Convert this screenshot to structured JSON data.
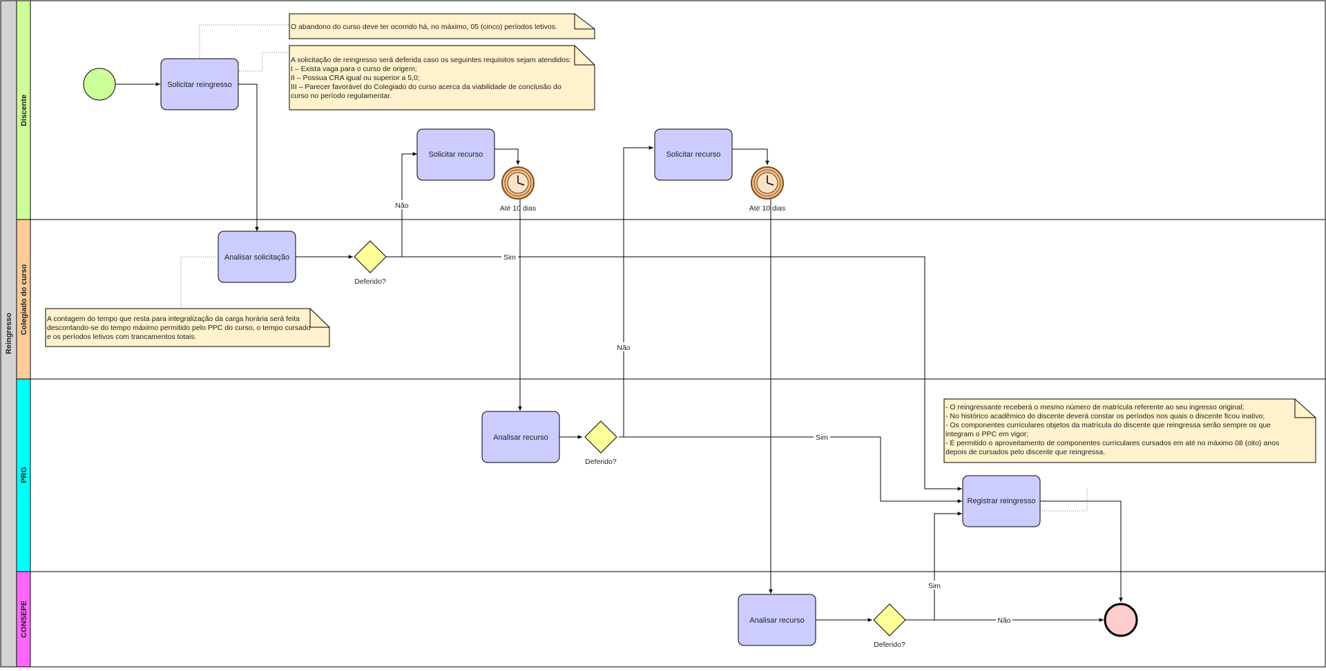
{
  "pool": {
    "label": "Reingresso"
  },
  "lanes": [
    {
      "id": "discente",
      "label": "Discente",
      "color": "#ccff99"
    },
    {
      "id": "colegiado",
      "label": "Colegiado do curso",
      "color": "#ffcc99"
    },
    {
      "id": "prg",
      "label": "PRG",
      "color": "#00ffff"
    },
    {
      "id": "consepe",
      "label": "CONSEPE",
      "color": "#ff66ff"
    }
  ],
  "tasks": {
    "solicitar_reingresso": "Solicitar reingresso",
    "analisar_solicitacao": "Analisar solicitação",
    "solicitar_recurso_1": "Solicitar recurso",
    "solicitar_recurso_2": "Solicitar recurso",
    "analisar_recurso_prg": "Analisar recurso",
    "analisar_recurso_consepe": "Analisar recurso",
    "registrar_reingresso": "Registrar reingresso"
  },
  "gateways": {
    "colegiado": "Deferido?",
    "prg": "Deferido?",
    "consepe": "Deferido?"
  },
  "timers": {
    "timer_1": "Até 10 dias",
    "timer_2": "Até 10 dias"
  },
  "flow_labels": {
    "nao_colegiado": "Não",
    "sim_colegiado": "Sim",
    "nao_prg": "Não",
    "sim_prg": "Sim",
    "sim_consepe": "Sim",
    "nao_consepe": "Não"
  },
  "notes": {
    "abandono": [
      "O abandono do curso deve ter ocorrido há, no máximo, 05 (cinco) períodos letivos."
    ],
    "requisitos": [
      "A solicitação de reingresso será deferida caso os seguintes requisitos sejam atendidos:",
      "I – Exista vaga para o curso de origem;",
      "II – Possua CRA igual ou superior a 5,0;",
      "III – Parecer favorável do Colegiado do curso acerca da viabilidade de conclusão do",
      "curso no período regulamentar."
    ],
    "contagem": [
      "A contagem do tempo que resta para integralização da carga horária será feita",
      "descontando-se do tempo máximo permitido pelo PPC do curso, o tempo cursado",
      "e os períodos letivos com trancamentos totais."
    ],
    "matricula": [
      "- O reingressante receberá o mesmo número de matrícula referente ao seu ingresso original;",
      "- No histórico acadêmico do discente deverá constar os períodos nos quais o discente ficou inativo;",
      "- Os componentes curriculares objetos da matrícula do discente que reingressa serão sempre os que",
      "integram o PPC em vigor;",
      "- É permitido o aproveitamento de componentes curriculares cursados em até no máximo 08 (oito) anos",
      "depois de cursados pelo discente que reingressa."
    ]
  },
  "colors": {
    "task_fill": "#ccccff",
    "gateway_fill": "#ffff99",
    "start_fill": "#ccff99",
    "end_fill": "#ffcccc",
    "note_fill": "#fff2cc",
    "timer_fill": "#f5c08a",
    "pool_label_fill": "#d3d3d3"
  }
}
